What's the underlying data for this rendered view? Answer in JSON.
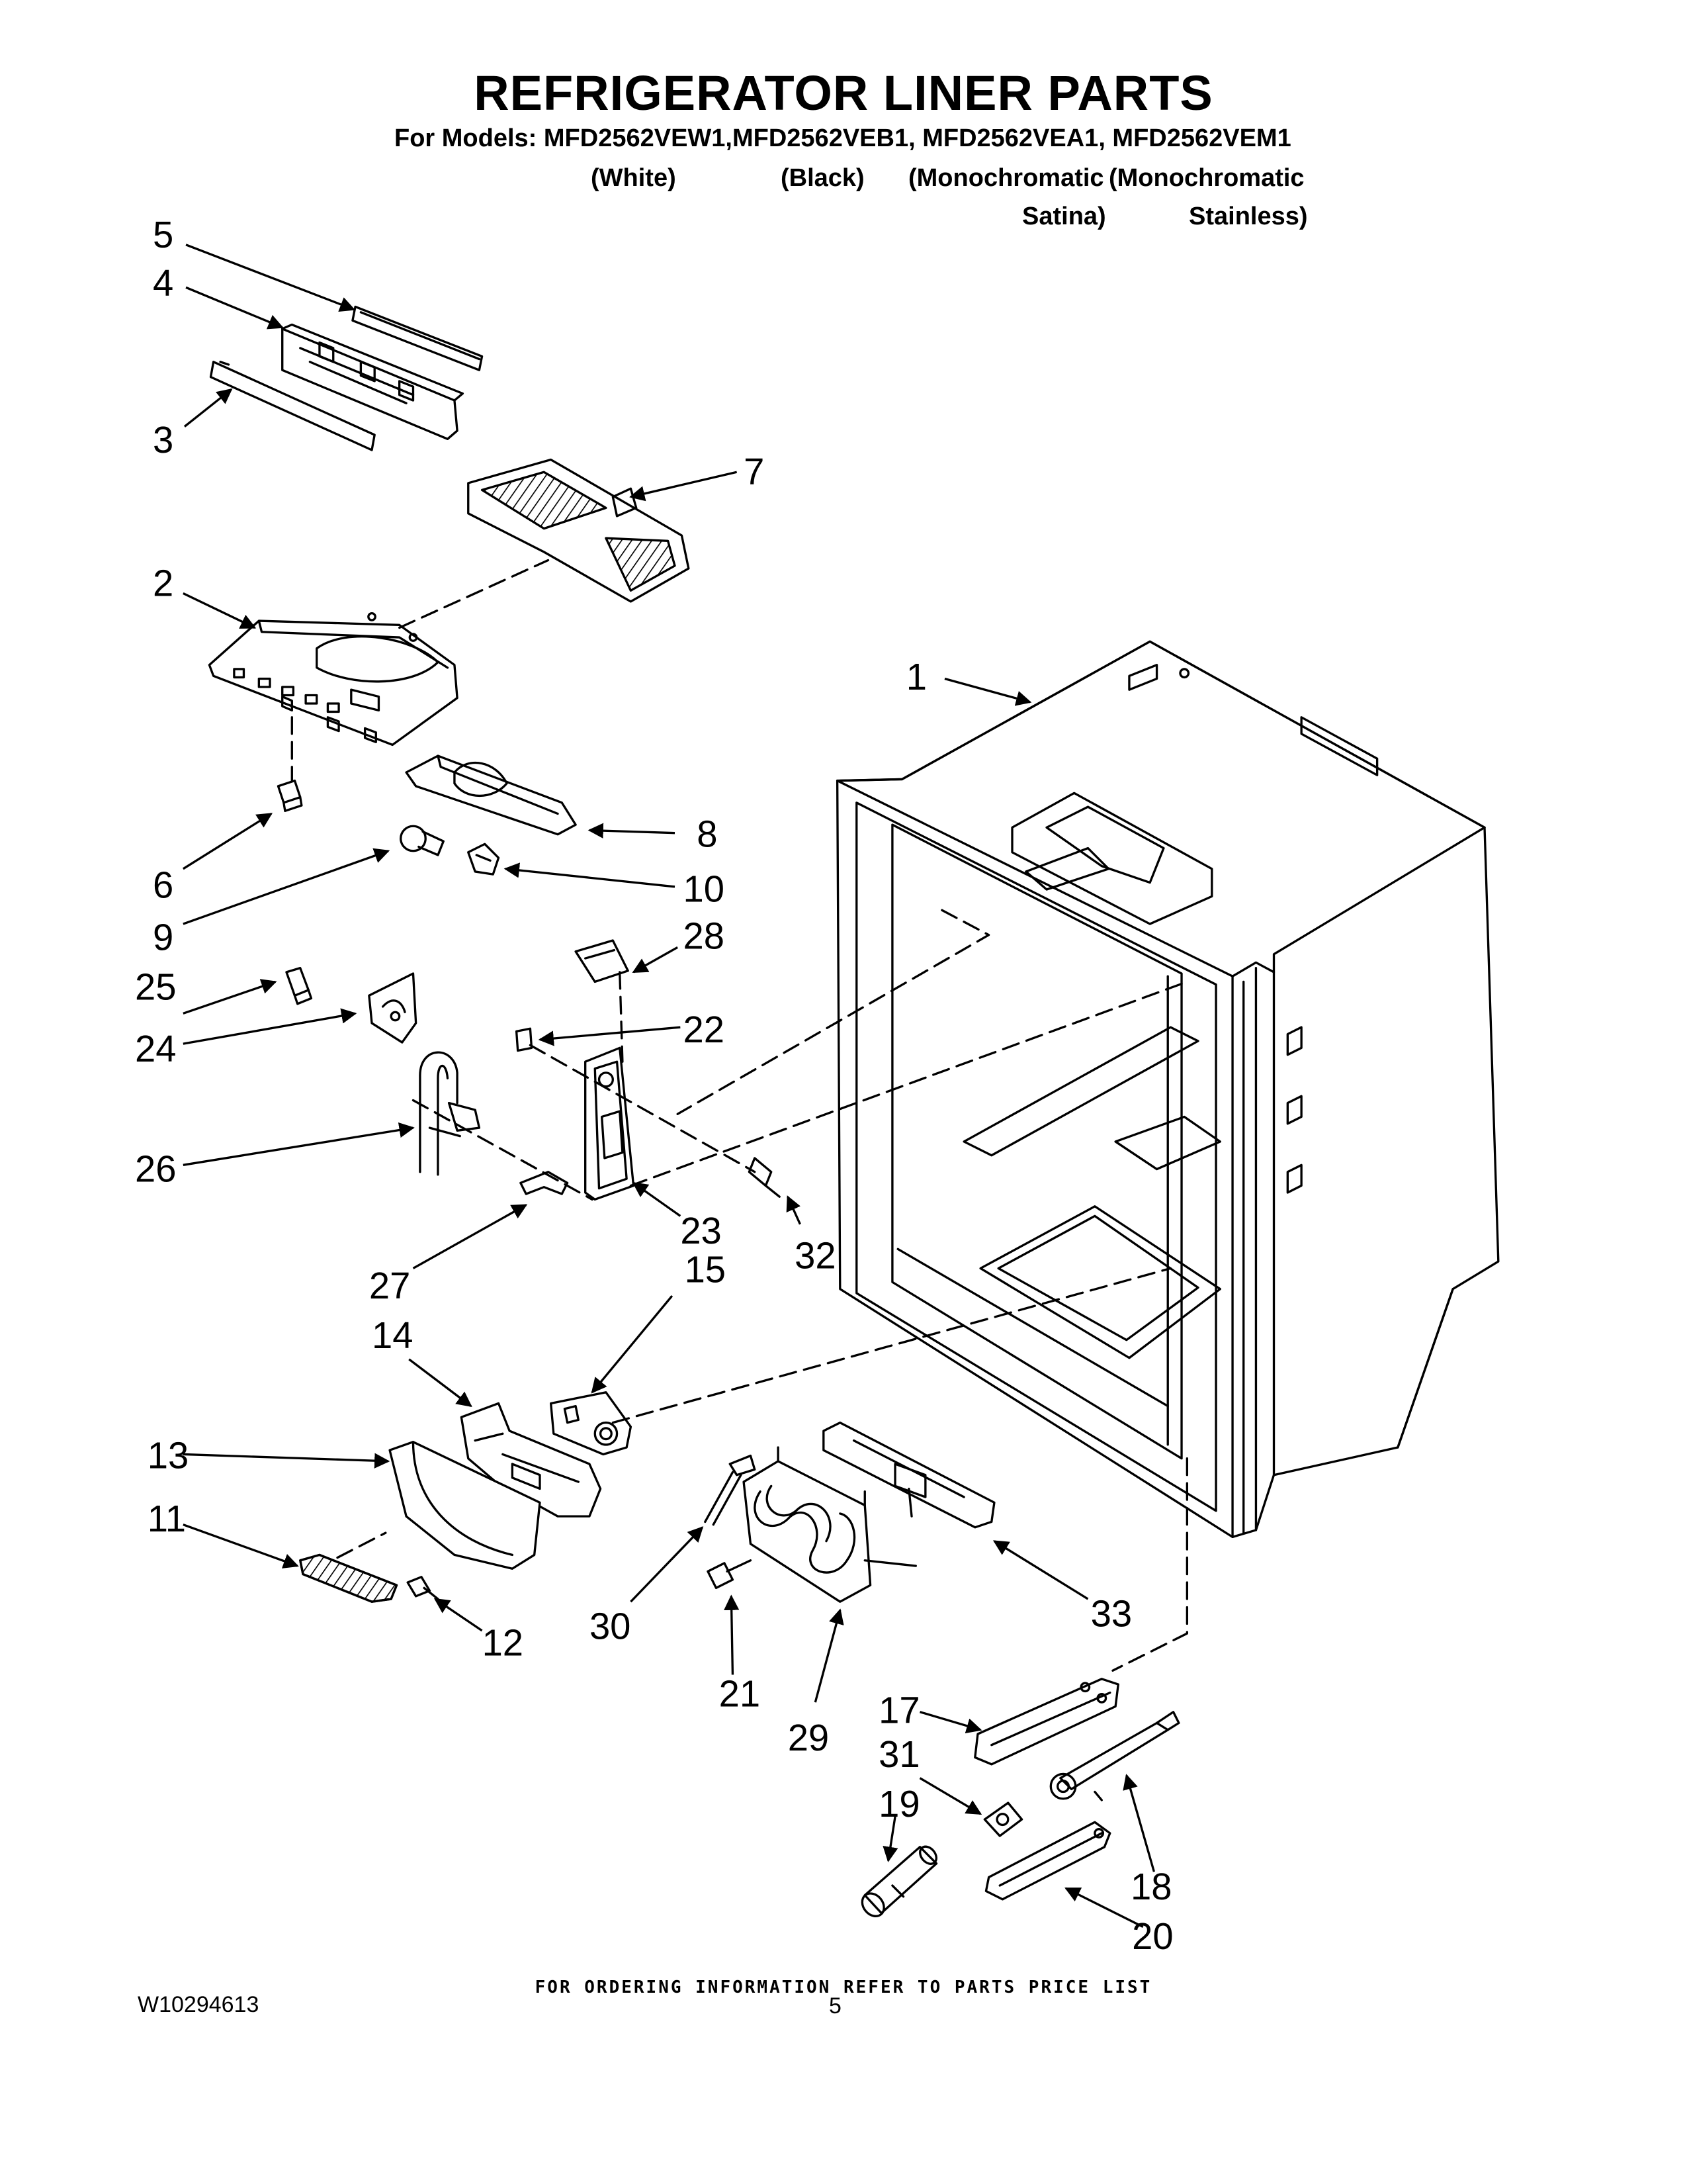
{
  "title": "REFRIGERATOR LINER PARTS",
  "models_line": "For Models: MFD2562VEW1,MFD2562VEB1, MFD2562VEA1, MFD2562VEM1",
  "variants": {
    "white": "(White)",
    "black": "(Black)",
    "satina_line1": "(Monochromatic",
    "satina_line2": "Satina)",
    "stainless_line1": "(Monochromatic",
    "stainless_line2": "Stainless)"
  },
  "callouts": {
    "c1": "1",
    "c2": "2",
    "c3": "3",
    "c4": "4",
    "c5": "5",
    "c6": "6",
    "c7": "7",
    "c8": "8",
    "c9": "9",
    "c10": "10",
    "c11": "11",
    "c12": "12",
    "c13": "13",
    "c14": "14",
    "c15": "15",
    "c17": "17",
    "c18": "18",
    "c19": "19",
    "c20": "20",
    "c21": "21",
    "c22": "22",
    "c23": "23",
    "c24": "24",
    "c25": "25",
    "c26": "26",
    "c27": "27",
    "c28": "28",
    "c29": "29",
    "c30": "30",
    "c31": "31",
    "c32": "32",
    "c33": "33"
  },
  "footer": {
    "ordering_note": "FOR ORDERING INFORMATION REFER TO PARTS PRICE LIST",
    "doc_number": "W10294613",
    "page_number": "5"
  }
}
